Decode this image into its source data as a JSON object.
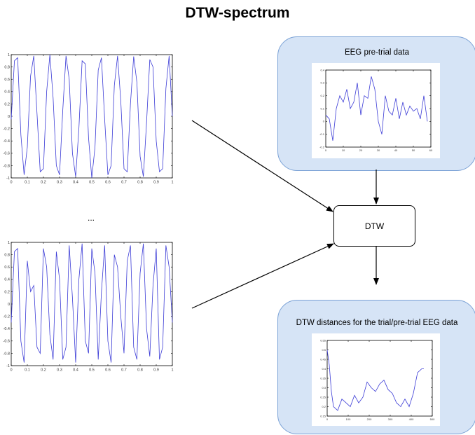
{
  "title": "DTW-spectrum",
  "ellipsis": "...",
  "top_box": {
    "label": "EEG pre-trial data"
  },
  "center_box": {
    "label": "DTW"
  },
  "bottom_box": {
    "label": "DTW distances for the trial/pre-trial EEG data"
  },
  "colors": {
    "box_fill": "#d6e4f6",
    "box_border": "#7ba2d6",
    "line": "#3b3bd6",
    "arrow": "#000000"
  },
  "chart_data": [
    {
      "type": "line",
      "xlim": [
        0,
        1
      ],
      "ylim": [
        -1,
        1
      ],
      "x_ticks": [
        "0",
        "0.1",
        "0.2",
        "0.3",
        "0.4",
        "0.5",
        "0.6",
        "0.7",
        "0.8",
        "0.9",
        "1"
      ],
      "y_ticks": [
        "1",
        "0.8",
        "0.6",
        "0.4",
        "0.2",
        "0",
        "-0.2",
        "-0.4",
        "-0.6",
        "-0.8",
        "-1"
      ],
      "x": [
        0,
        0.02,
        0.04,
        0.06,
        0.08,
        0.1,
        0.12,
        0.14,
        0.16,
        0.18,
        0.2,
        0.22,
        0.24,
        0.26,
        0.28,
        0.3,
        0.32,
        0.34,
        0.36,
        0.38,
        0.4,
        0.42,
        0.44,
        0.46,
        0.48,
        0.5,
        0.52,
        0.54,
        0.56,
        0.58,
        0.6,
        0.62,
        0.64,
        0.66,
        0.68,
        0.7,
        0.72,
        0.74,
        0.76,
        0.78,
        0.8,
        0.82,
        0.84,
        0.86,
        0.88,
        0.9,
        0.92,
        0.94,
        0.96,
        0.98,
        1
      ],
      "y": [
        -0.05,
        0.9,
        0.95,
        -0.3,
        -0.95,
        -0.5,
        0.65,
        0.98,
        0.05,
        -0.9,
        -0.85,
        0.4,
        1.0,
        0.3,
        -0.8,
        -0.95,
        0.1,
        0.98,
        0.6,
        -0.6,
        -0.98,
        -0.2,
        0.9,
        0.85,
        -0.35,
        -1.0,
        -0.5,
        0.75,
        0.95,
        -0.05,
        -0.95,
        -0.8,
        0.5,
        0.98,
        0.25,
        -0.85,
        -0.9,
        0.2,
        0.97,
        0.55,
        -0.65,
        -0.98,
        -0.1,
        0.92,
        0.8,
        -0.4,
        -0.9,
        -0.85,
        0.45,
        0.98,
        0.0
      ]
    },
    {
      "type": "line",
      "xlim": [
        0,
        1
      ],
      "ylim": [
        -1,
        1
      ],
      "x_ticks": [
        "0",
        "0.1",
        "0.2",
        "0.3",
        "0.4",
        "0.5",
        "0.6",
        "0.7",
        "0.8",
        "0.9",
        "1"
      ],
      "y_ticks": [
        "1",
        "0.8",
        "0.6",
        "0.4",
        "0.2",
        "0",
        "-0.2",
        "-0.4",
        "-0.6",
        "-0.8",
        "-1"
      ],
      "x": [
        0,
        0.02,
        0.04,
        0.06,
        0.08,
        0.1,
        0.12,
        0.14,
        0.16,
        0.18,
        0.2,
        0.22,
        0.24,
        0.26,
        0.28,
        0.3,
        0.32,
        0.34,
        0.36,
        0.38,
        0.4,
        0.42,
        0.44,
        0.46,
        0.48,
        0.5,
        0.52,
        0.54,
        0.56,
        0.58,
        0.6,
        0.62,
        0.64,
        0.66,
        0.68,
        0.7,
        0.72,
        0.74,
        0.76,
        0.78,
        0.8,
        0.82,
        0.84,
        0.86,
        0.88,
        0.9,
        0.92,
        0.94,
        0.96,
        0.98,
        1
      ],
      "y": [
        -0.3,
        0.85,
        0.9,
        -0.6,
        -0.95,
        0.7,
        0.2,
        0.3,
        -0.7,
        -0.8,
        0.9,
        0.6,
        -0.5,
        -0.9,
        0.85,
        0.4,
        -0.9,
        -0.7,
        0.95,
        0.1,
        -0.95,
        0.4,
        0.98,
        -0.6,
        -0.8,
        0.9,
        0.5,
        -0.9,
        0.2,
        0.95,
        -0.6,
        -0.95,
        0.8,
        0.6,
        -0.2,
        -0.8,
        0.7,
        0.95,
        -0.7,
        -0.9,
        0.5,
        0.98,
        -0.4,
        -0.85,
        0.3,
        0.9,
        -0.9,
        -0.7,
        0.95,
        0.6,
        -0.3
      ]
    },
    {
      "type": "line",
      "xlim": [
        0,
        60
      ],
      "ylim": [
        -0.2,
        0.4
      ],
      "x_ticks": [
        "0",
        "10",
        "20",
        "30",
        "40",
        "50",
        "60"
      ],
      "y_ticks": [
        "0.4",
        "0.3",
        "0.2",
        "0.1",
        "0",
        "-0.1",
        "-0.2"
      ],
      "x": [
        0,
        2,
        4,
        6,
        8,
        10,
        12,
        14,
        16,
        18,
        20,
        22,
        24,
        26,
        28,
        30,
        32,
        34,
        36,
        38,
        40,
        42,
        44,
        46,
        48,
        50,
        52,
        54,
        56,
        58
      ],
      "y": [
        0.05,
        0.02,
        -0.15,
        0.1,
        0.2,
        0.15,
        0.25,
        0.1,
        0.15,
        0.3,
        0.05,
        0.2,
        0.18,
        0.35,
        0.25,
        0.0,
        -0.1,
        0.2,
        0.08,
        0.05,
        0.18,
        0.02,
        0.15,
        0.05,
        0.12,
        0.08,
        0.1,
        0.02,
        0.2,
        0.0
      ]
    },
    {
      "type": "line",
      "xlim": [
        0,
        500
      ],
      "ylim": [
        0.15,
        0.55
      ],
      "x_ticks": [
        "0",
        "100",
        "200",
        "300",
        "400",
        "500"
      ],
      "y_ticks": [
        "0.55",
        "0.5",
        "0.45",
        "0.4",
        "0.35",
        "0.3",
        "0.25",
        "0.2",
        "0.15"
      ],
      "x": [
        0,
        10,
        20,
        30,
        50,
        70,
        90,
        110,
        130,
        150,
        170,
        190,
        210,
        230,
        250,
        270,
        290,
        310,
        330,
        350,
        370,
        390,
        410,
        430,
        450,
        460
      ],
      "y": [
        0.5,
        0.42,
        0.28,
        0.2,
        0.18,
        0.24,
        0.22,
        0.2,
        0.26,
        0.22,
        0.25,
        0.33,
        0.3,
        0.28,
        0.32,
        0.34,
        0.29,
        0.27,
        0.22,
        0.2,
        0.24,
        0.2,
        0.27,
        0.38,
        0.4,
        0.4
      ]
    }
  ]
}
